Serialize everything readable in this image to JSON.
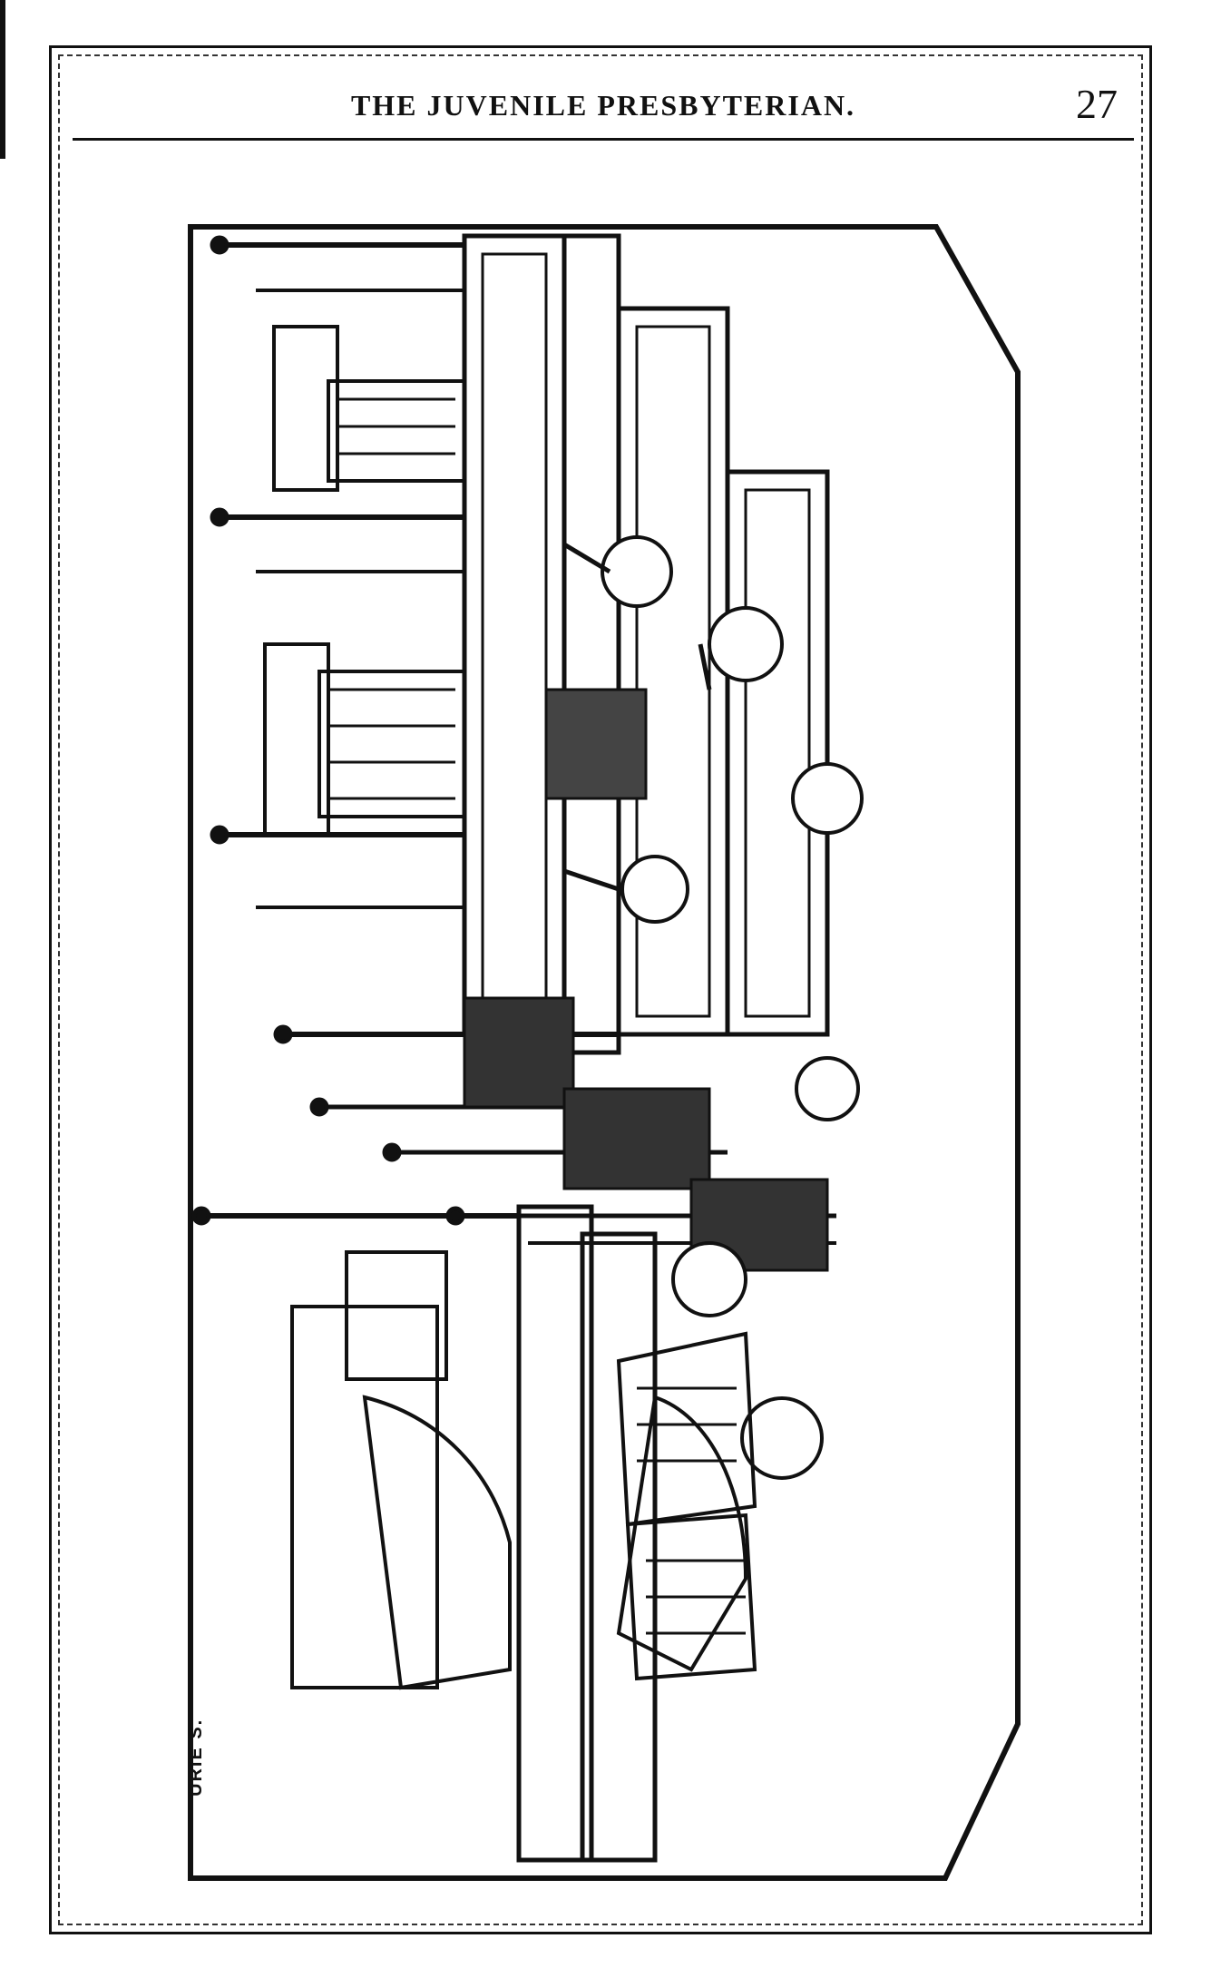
{
  "header": {
    "running_title": "THE JUVENILE PRESBYTERIAN.",
    "page_number": "27"
  },
  "illustration": {
    "signature": "URIE S."
  },
  "colors": {
    "ink": "#111111",
    "paper": "#ffffff"
  }
}
